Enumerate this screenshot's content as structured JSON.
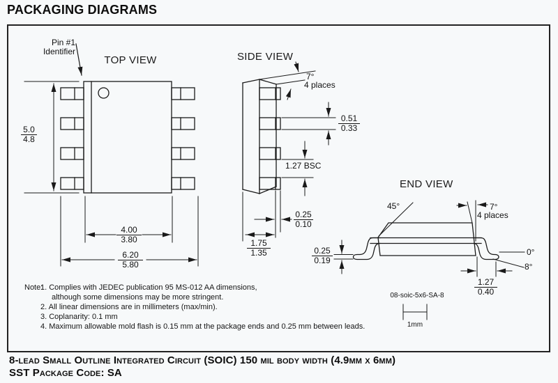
{
  "title": "PACKAGING DIAGRAMS",
  "top_view": {
    "label": "TOP VIEW",
    "pin1_label": "Pin #1\nIdentifier",
    "body_length": {
      "max": "5.0",
      "min": "4.8"
    },
    "body_width": {
      "max": "4.00",
      "min": "3.80"
    },
    "overall_width": {
      "max": "6.20",
      "min": "5.80"
    }
  },
  "side_view": {
    "label": "SIDE VIEW",
    "lead_angle": "7°",
    "lead_angle_places": "4 places",
    "lead_thickness": {
      "max": "0.51",
      "min": "0.33"
    },
    "lead_pitch": "1.27 BSC",
    "lead_tip": {
      "max": "0.25",
      "min": "0.10"
    },
    "height": {
      "max": "1.75",
      "min": "1.35"
    }
  },
  "end_view": {
    "label": "END VIEW",
    "chamfer_angle": "45°",
    "lead_angle": "7°",
    "lead_angle_places": "4 places",
    "foot_angle_min": "0°",
    "foot_angle_max": "8°",
    "lead_thickness": {
      "max": "0.25",
      "min": "0.19"
    },
    "foot_length": {
      "max": "1.27",
      "min": "0.40"
    },
    "drawing_ref": "08-soic-5x6-SA-8",
    "scale_label": "1mm"
  },
  "notes": {
    "label": "Note:",
    "lines": [
      "1. Complies with JEDEC publication 95 MS-012 AA dimensions,",
      "although some dimensions may be more stringent.",
      "2. All linear dimensions are in millimeters (max/min).",
      "3. Coplanarity: 0.1 mm",
      "4. Maximum allowable mold flash is 0.15 mm at the package ends and 0.25 mm between leads."
    ]
  },
  "footer": {
    "line1": "8-lead Small Outline Integrated Circuit (SOIC) 150 mil body width (4.9mm x 6mm)",
    "line2": "SST Package Code: SA"
  }
}
